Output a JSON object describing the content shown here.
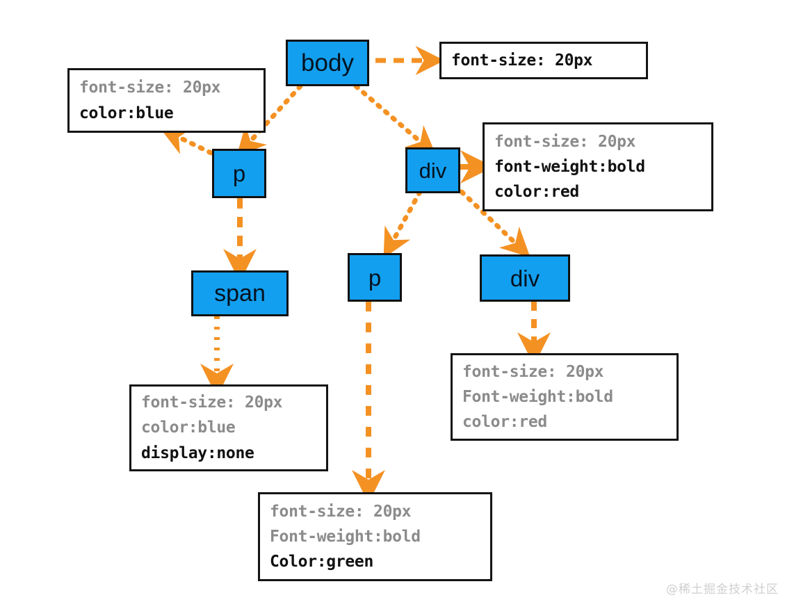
{
  "diagram": {
    "title": "CSS inheritance DOM tree",
    "accent_color": "#F49123",
    "node_fill": "#139FEF",
    "node_border": "#111111",
    "inherited_text_color": "#8b8b8b",
    "declared_text_color": "#111111"
  },
  "nodes": {
    "body": "body",
    "p_outer": "p",
    "div_outer": "div",
    "span": "span",
    "p_inner": "p",
    "div_inner": "div"
  },
  "rule_boxes": {
    "body_rules": {
      "lines": [
        {
          "text": "font-size: 20px",
          "state": "declared"
        }
      ]
    },
    "p_outer_rules": {
      "lines": [
        {
          "text": "font-size: 20px",
          "state": "inherited"
        },
        {
          "text": "color:blue",
          "state": "declared"
        }
      ]
    },
    "div_outer_rules": {
      "lines": [
        {
          "text": "font-size: 20px",
          "state": "inherited"
        },
        {
          "text": "font-weight:bold",
          "state": "declared"
        },
        {
          "text": "color:red",
          "state": "declared"
        }
      ]
    },
    "span_rules": {
      "lines": [
        {
          "text": "font-size: 20px",
          "state": "inherited"
        },
        {
          "text": "color:blue",
          "state": "inherited"
        },
        {
          "text": "display:none",
          "state": "declared"
        }
      ]
    },
    "div_inner_rules": {
      "lines": [
        {
          "text": "font-size: 20px",
          "state": "inherited"
        },
        {
          "text": "Font-weight:bold",
          "state": "inherited"
        },
        {
          "text": "color:red",
          "state": "inherited"
        }
      ]
    },
    "p_inner_rules": {
      "lines": [
        {
          "text": "font-size: 20px",
          "state": "inherited"
        },
        {
          "text": "Font-weight:bold",
          "state": "inherited"
        },
        {
          "text": "Color:green",
          "state": "declared"
        }
      ]
    }
  },
  "watermark": "@稀土掘金技术社区"
}
